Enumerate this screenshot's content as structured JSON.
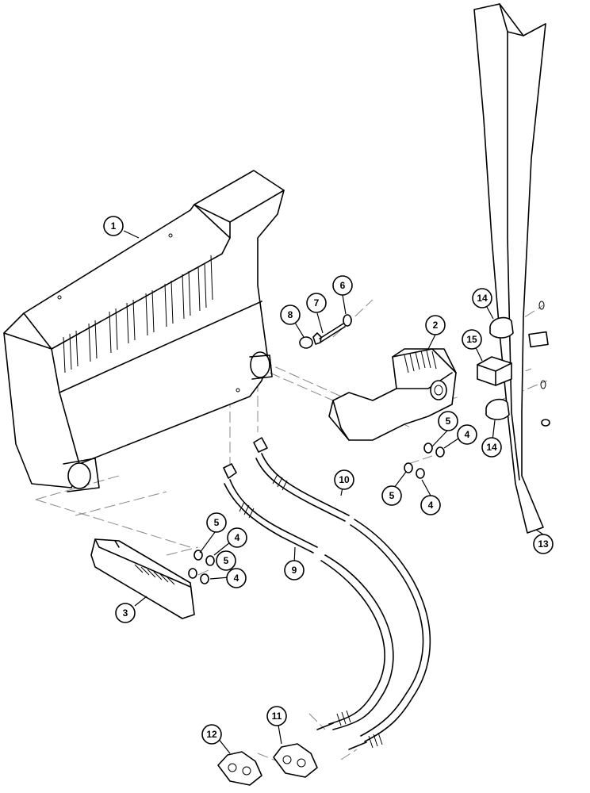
{
  "callouts": [
    {
      "id": "c1",
      "label": "1"
    },
    {
      "id": "c2",
      "label": "2"
    },
    {
      "id": "c3",
      "label": "3"
    },
    {
      "id": "c4a",
      "label": "4"
    },
    {
      "id": "c4b",
      "label": "4"
    },
    {
      "id": "c4c",
      "label": "4"
    },
    {
      "id": "c4d",
      "label": "4"
    },
    {
      "id": "c5a",
      "label": "5"
    },
    {
      "id": "c5b",
      "label": "5"
    },
    {
      "id": "c5c",
      "label": "5"
    },
    {
      "id": "c5d",
      "label": "5"
    },
    {
      "id": "c6",
      "label": "6"
    },
    {
      "id": "c7",
      "label": "7"
    },
    {
      "id": "c8",
      "label": "8"
    },
    {
      "id": "c9",
      "label": "9"
    },
    {
      "id": "c10",
      "label": "10"
    },
    {
      "id": "c11",
      "label": "11"
    },
    {
      "id": "c12",
      "label": "12"
    },
    {
      "id": "c13",
      "label": "13"
    },
    {
      "id": "c14a",
      "label": "14"
    },
    {
      "id": "c14b",
      "label": "14"
    },
    {
      "id": "c15",
      "label": "15"
    }
  ]
}
